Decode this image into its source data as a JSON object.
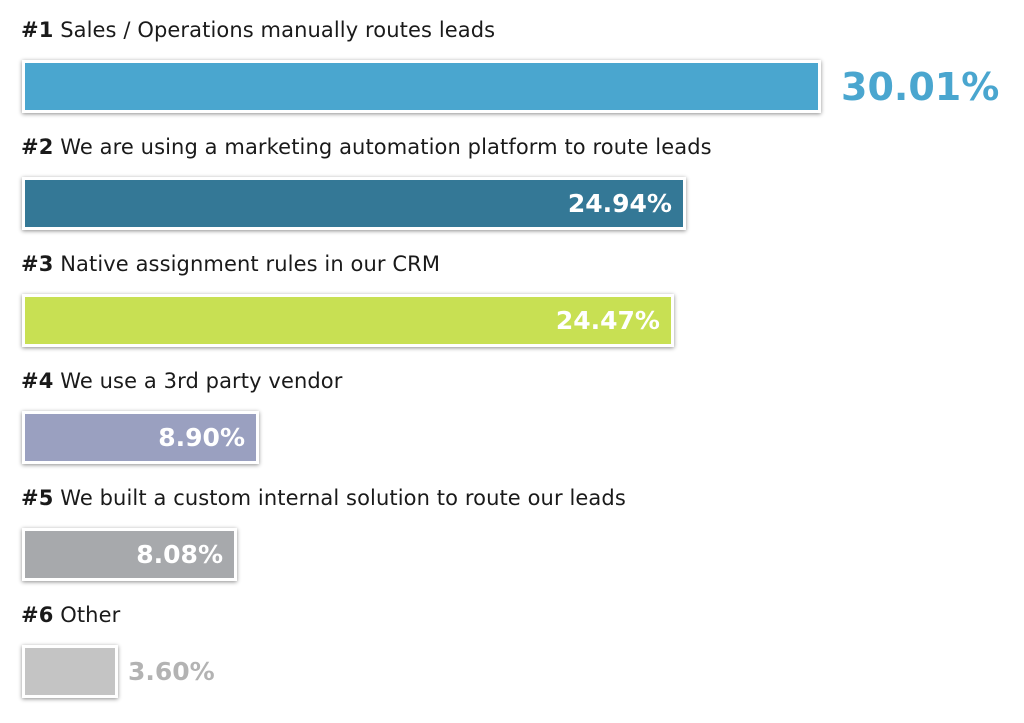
{
  "chart_data": {
    "type": "bar",
    "orientation": "horizontal",
    "xlim": [
      0,
      30.01
    ],
    "bars": [
      {
        "rank": "#1",
        "label": "Sales / Operations manually routes leads",
        "value": 30.01,
        "display": "30.01%",
        "color": "#4aa6cf",
        "label_position": "outside",
        "value_color": "#4aa6cf"
      },
      {
        "rank": "#2",
        "label": "We are using a marketing automation platform to route leads",
        "value": 24.94,
        "display": "24.94%",
        "color": "#347896",
        "label_position": "inside",
        "value_color": "#ffffff"
      },
      {
        "rank": "#3",
        "label": "Native assignment rules in our CRM",
        "value": 24.47,
        "display": "24.47%",
        "color": "#c8e053",
        "label_position": "inside",
        "value_color": "#ffffff"
      },
      {
        "rank": "#4",
        "label": "We use a 3rd party vendor",
        "value": 8.9,
        "display": "8.90%",
        "color": "#9aa0c0",
        "label_position": "inside",
        "value_color": "#ffffff"
      },
      {
        "rank": "#5",
        "label": "We built a custom internal solution to route our leads",
        "value": 8.08,
        "display": "8.08%",
        "color": "#a7a9ac",
        "label_position": "inside",
        "value_color": "#ffffff"
      },
      {
        "rank": "#6",
        "label": "Other",
        "value": 3.6,
        "display": "3.60%",
        "color": "#c4c4c4",
        "label_position": "outside",
        "value_color": "#b3b3b3"
      }
    ]
  }
}
